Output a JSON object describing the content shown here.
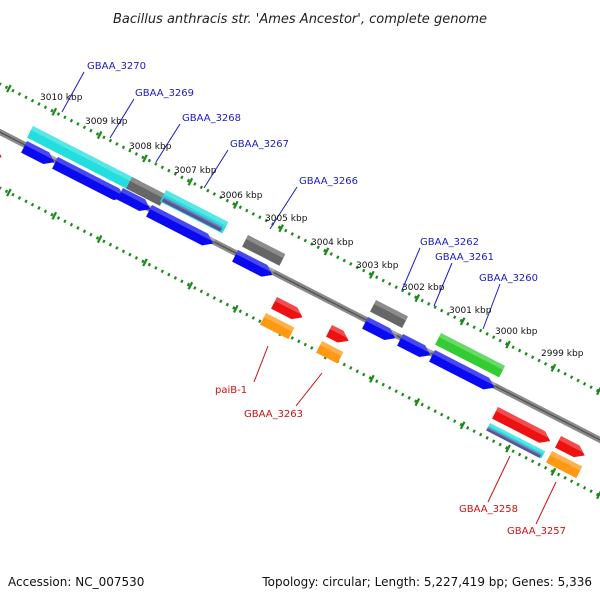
{
  "title": "Bacillus anthracis str. 'Ames Ancestor', complete genome",
  "footer": {
    "accession": "Accession: NC_007530",
    "summary": "Topology: circular; Length: 5,227,419 bp; Genes: 5,336"
  },
  "colors": {
    "backbone": "#8a8a8a",
    "backbone_dark": "#555555",
    "ticks": "#1a8a1a",
    "label_forward": "#1a1acc",
    "label_reverse": "#cc1111",
    "cds_blue": "#0a0af0",
    "gene_gray": "#666666",
    "rrna_cyan": "#22dede",
    "trna_purple": "#555599",
    "gene_green": "#33cc33",
    "cds_red": "#ee1111",
    "gene_orange": "#ff9911"
  },
  "scale": {
    "unit": "kbp",
    "ticks": [
      {
        "kbp": 3010,
        "label": "3010 kbp"
      },
      {
        "kbp": 3009,
        "label": "3009 kbp"
      },
      {
        "kbp": 3008,
        "label": "3008 kbp"
      },
      {
        "kbp": 3007,
        "label": "3007 kbp"
      },
      {
        "kbp": 3006,
        "label": "3006 kbp"
      },
      {
        "kbp": 3005,
        "label": "3005 kbp"
      },
      {
        "kbp": 3004,
        "label": "3004 kbp"
      },
      {
        "kbp": 3003,
        "label": "3003 kbp"
      },
      {
        "kbp": 3002,
        "label": "3002 kbp"
      },
      {
        "kbp": 3001,
        "label": "3001 kbp"
      },
      {
        "kbp": 3000,
        "label": "3000 kbp"
      },
      {
        "kbp": 2999,
        "label": "2999 kbp"
      }
    ]
  },
  "genes": {
    "forward_labels": [
      {
        "name": "GBAA_3270"
      },
      {
        "name": "GBAA_3269"
      },
      {
        "name": "GBAA_3268"
      },
      {
        "name": "GBAA_3267"
      },
      {
        "name": "GBAA_3266"
      },
      {
        "name": "GBAA_3262"
      },
      {
        "name": "GBAA_3261"
      },
      {
        "name": "GBAA_3260"
      }
    ],
    "reverse_labels": [
      {
        "name": "paiB-1"
      },
      {
        "name": "GBAA_3263"
      },
      {
        "name": "GBAA_3258"
      },
      {
        "name": "GBAA_3257"
      }
    ]
  }
}
